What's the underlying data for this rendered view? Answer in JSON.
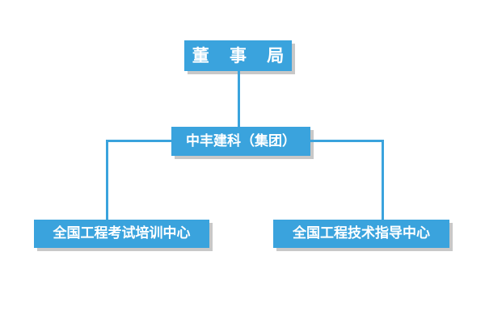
{
  "chart": {
    "type": "org-chart",
    "background_color": "#ffffff",
    "node_fill_color": "#3aa3dd",
    "node_text_color": "#ffffff",
    "shadow_color": "#c8c8c8",
    "connector_color": "#3aa3dd",
    "levels": 3,
    "nodes": [
      {
        "id": "board",
        "label": "董 事 局",
        "level": 1,
        "parent": null
      },
      {
        "id": "group",
        "label": "中丰建科（集团）",
        "level": 2,
        "parent": "board"
      },
      {
        "id": "exam_center",
        "label": "全国工程考试培训中心",
        "level": 3,
        "parent": "group"
      },
      {
        "id": "tech_center",
        "label": "全国工程技术指导中心",
        "level": 3,
        "parent": "group"
      }
    ],
    "edges": [
      {
        "from": "board",
        "to": "group",
        "style": "vertical"
      },
      {
        "from": "group",
        "to": "exam_center",
        "style": "elbow-left"
      },
      {
        "from": "group",
        "to": "tech_center",
        "style": "elbow-right"
      }
    ]
  }
}
